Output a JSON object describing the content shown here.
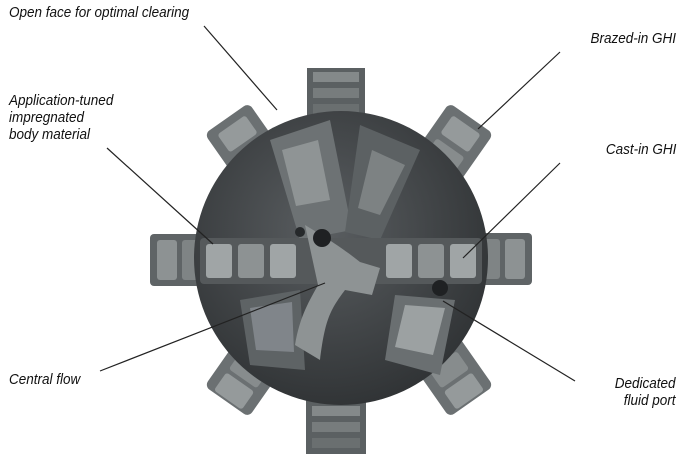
{
  "callouts": {
    "open_face": "Open face for optimal clearing",
    "application_tuned": "Application-tuned\nimpregnated\nbody material",
    "central_flow": "Central flow",
    "brazed_in": "Brazed-in GHI",
    "cast_in": "Cast-in GHI",
    "dedicated_port": "Dedicated\nfluid port"
  },
  "colors": {
    "body": "#3f4245",
    "blade": "#737879",
    "blade_dark": "#4d5153",
    "insert": "#9aa0a0",
    "leader": "#222222"
  }
}
